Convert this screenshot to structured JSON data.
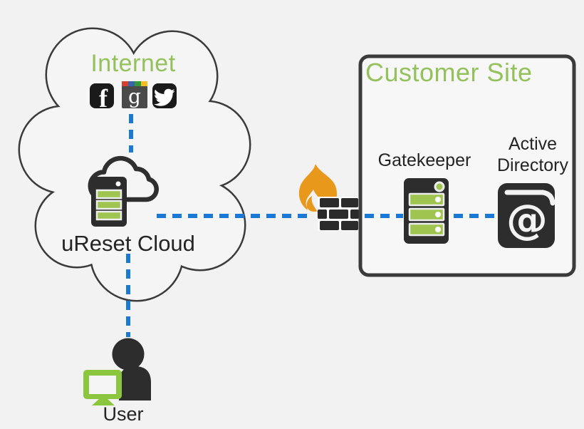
{
  "diagram": {
    "internet_cloud": {
      "title": "Internet"
    },
    "ureset": {
      "label": "uReset Cloud"
    },
    "customer_site": {
      "title": "Customer Site",
      "gatekeeper_label": "Gatekeeper",
      "active_directory_label": "Active Directory"
    },
    "user": {
      "label": "User"
    }
  },
  "icons": {
    "facebook": {
      "glyph": "f"
    },
    "google": {
      "glyph": "g",
      "stripe_colors": [
        "#d5402e",
        "#3b62a9",
        "#369939",
        "#f0bd23"
      ]
    },
    "twitter": {
      "glyph": "twitter-bird"
    },
    "active_directory_book": {
      "glyph": "@"
    },
    "firewall": {
      "parts": [
        "flame",
        "brick-wall"
      ]
    }
  },
  "colors": {
    "accent_green": "#94c15c",
    "server_bar_green": "#9fc550",
    "monitor_green": "#8cc63f",
    "connector_blue": "#1b79d6",
    "flame_orange": "#e8991c",
    "icon_dark": "#2d2d2d",
    "outline_gray": "#3b3b3b",
    "background": "#f2f2f2"
  }
}
